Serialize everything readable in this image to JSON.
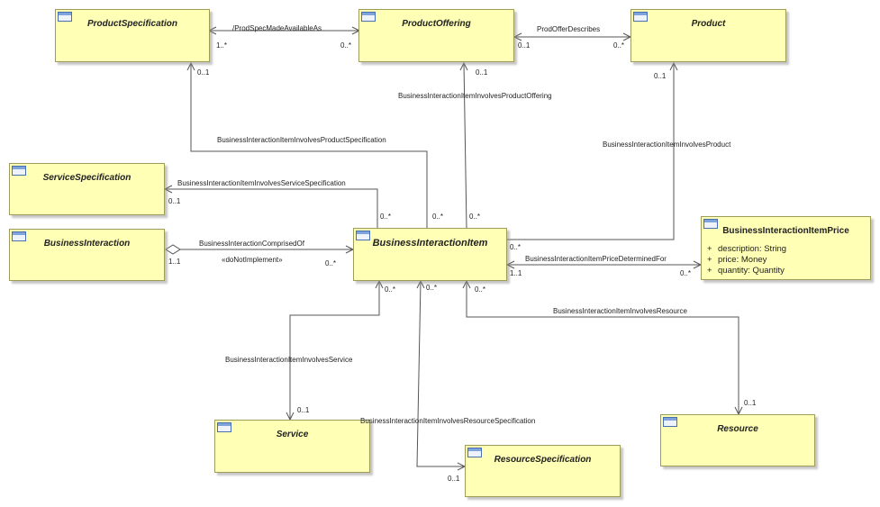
{
  "classes": {
    "product_specification": "ProductSpecification",
    "product_offering": "ProductOffering",
    "product": "Product",
    "service_specification": "ServiceSpecification",
    "business_interaction": "BusinessInteraction",
    "business_interaction_item": "BusinessInteractionItem",
    "business_interaction_item_price": "BusinessInteractionItemPrice",
    "service": "Service",
    "resource_specification": "ResourceSpecification",
    "resource": "Resource"
  },
  "price_attributes": [
    {
      "vis": "+",
      "text": "description: String"
    },
    {
      "vis": "+",
      "text": "price: Money"
    },
    {
      "vis": "+",
      "text": "quantity: Quantity"
    }
  ],
  "associations": {
    "prod_spec_made_available_as": "/ProdSpecMadeAvailableAs",
    "prod_offer_describes": "ProdOfferDescribes",
    "involves_product_offering": "BusinessInteractionItemInvolvesProductOffering",
    "involves_product_specification": "BusinessInteractionItemInvolvesProductSpecification",
    "involves_product": "BusinessInteractionItemInvolvesProduct",
    "involves_service_specification": "BusinessInteractionItemInvolvesServiceSpecification",
    "comprised_of": "BusinessInteractionComprisedOf",
    "do_not_implement": "«doNotImplement»",
    "price_determined_for": "BusinessInteractionItemPriceDeterminedFor",
    "involves_resource": "BusinessInteractionItemInvolvesResource",
    "involves_service": "BusinessInteractionItemInvolvesService",
    "involves_resource_specification": "BusinessInteractionItemInvolvesResourceSpecification"
  },
  "multiplicities": {
    "ps_offer_src": "1..*",
    "ps_offer_dst": "0..*",
    "offer_prod_src": "0..1",
    "offer_prod_dst": "0..*",
    "ps_one": "0..1",
    "po_one": "0..1",
    "prod_one": "0..1",
    "ss_one": "0..1",
    "bi_one": "1..1",
    "bii_ps": "0..*",
    "bii_po": "0..*",
    "bii_po2": "0..*",
    "bii_prod": "0..*",
    "bii_comp": "0..*",
    "bii_price_src": "1..1",
    "bii_price_dst": "0..*",
    "bii_service": "0..*",
    "bii_rs": "0..*",
    "bii_res": "0..*",
    "service_one": "0..1",
    "rs_one": "0..1",
    "res_one": "0..1"
  }
}
